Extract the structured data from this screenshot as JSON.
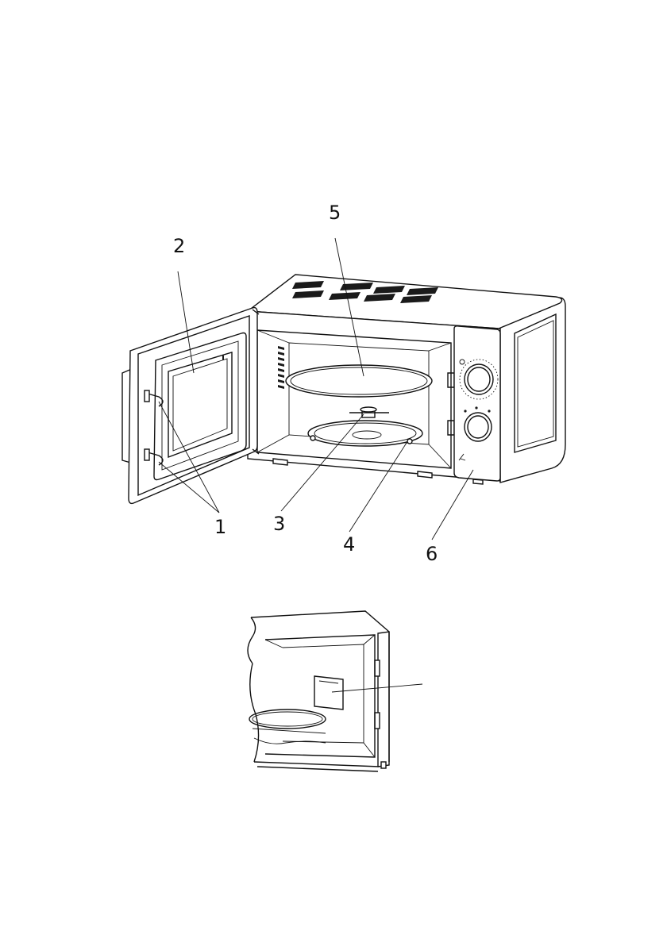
{
  "diagram": {
    "callouts": [
      {
        "id": "1",
        "label": "1"
      },
      {
        "id": "2",
        "label": "2"
      },
      {
        "id": "3",
        "label": "3"
      },
      {
        "id": "4",
        "label": "4"
      },
      {
        "id": "5",
        "label": "5"
      },
      {
        "id": "6",
        "label": "6"
      }
    ],
    "colors": {
      "line": "#111111",
      "background": "#ffffff"
    }
  }
}
